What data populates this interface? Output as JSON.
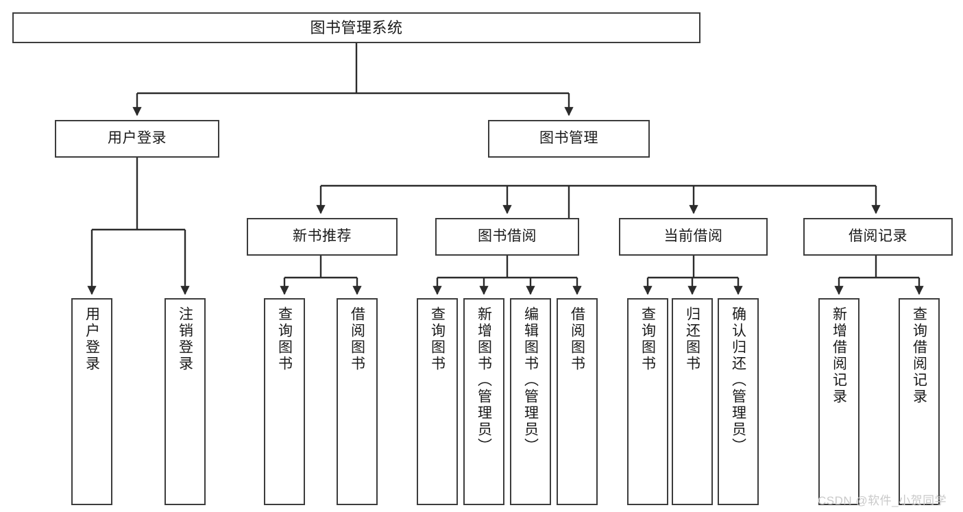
{
  "diagram": {
    "title": "图书管理系统",
    "type": "tree-hierarchy-chart",
    "colors": {
      "box_border": "#3c3c3c",
      "box_fill": "#ffffff",
      "line": "#2b2b2b",
      "text": "#1a1a1a",
      "watermark": "#c9c9c9"
    },
    "root": {
      "label": "图书管理系统"
    },
    "level2": [
      {
        "label": "用户登录"
      },
      {
        "label": "图书管理"
      }
    ],
    "level3": [
      {
        "label": "新书推荐"
      },
      {
        "label": "图书借阅"
      },
      {
        "label": "当前借阅"
      },
      {
        "label": "借阅记录"
      }
    ],
    "leaves": {
      "user_login": [
        {
          "label": "用户登录"
        },
        {
          "label": "注销登录"
        }
      ],
      "new_book_recommend": [
        {
          "label": "查询图书"
        },
        {
          "label": "借阅图书"
        }
      ],
      "book_borrow": [
        {
          "label": "查询图书"
        },
        {
          "label": "新增图书（管理员）"
        },
        {
          "label": "编辑图书（管理员）"
        },
        {
          "label": "借阅图书"
        }
      ],
      "current_borrow": [
        {
          "label": "查询图书"
        },
        {
          "label": "归还图书"
        },
        {
          "label": "确认归还（管理员）"
        }
      ],
      "borrow_record": [
        {
          "label": "新增借阅记录"
        },
        {
          "label": "查询借阅记录"
        }
      ]
    },
    "watermark": "CSDN @软件_小贺同学"
  }
}
